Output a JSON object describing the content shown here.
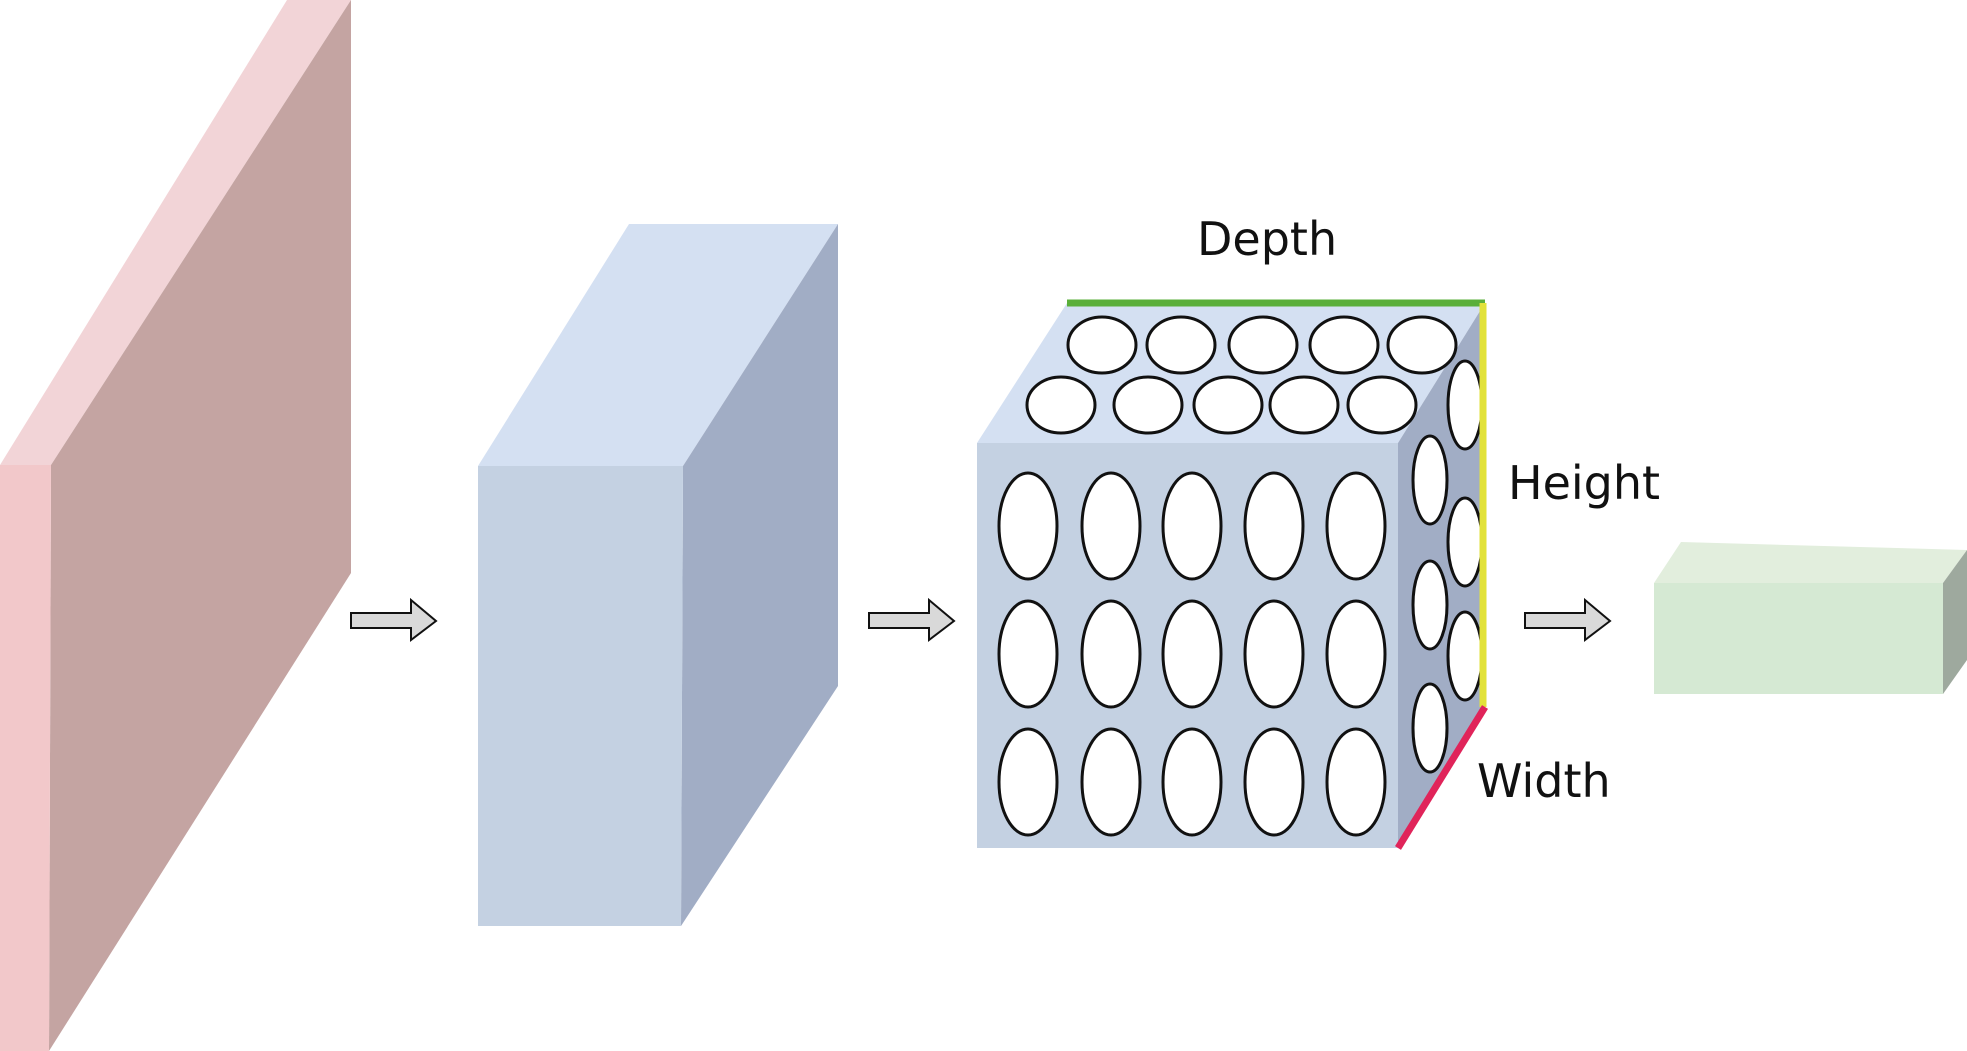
{
  "labels": {
    "depth": "Depth",
    "height": "Height",
    "width": "Width"
  },
  "colors": {
    "input_front": "#f2c8ca",
    "input_top": "#f2d4d7",
    "input_side": "#c4a4a2",
    "volume_front": "#c4d1e2",
    "volume_top": "#d4e0f2",
    "volume_side": "#a1adc5",
    "output_front": "#d5e9d3",
    "output_top": "#e2eedd",
    "output_side": "#9ea99e",
    "depth_line": "#5aaf3a",
    "height_line": "#e2e23a",
    "width_line": "#e0245a",
    "arrow_fill": "#d9d9d9",
    "neuron_stroke": "#111111",
    "neuron_fill": "#ffffff"
  },
  "neurons": {
    "front_rows": 3,
    "front_cols": 5,
    "top_rows": 2,
    "top_cols": 5,
    "side_rows": 5,
    "side_cols": 2
  }
}
